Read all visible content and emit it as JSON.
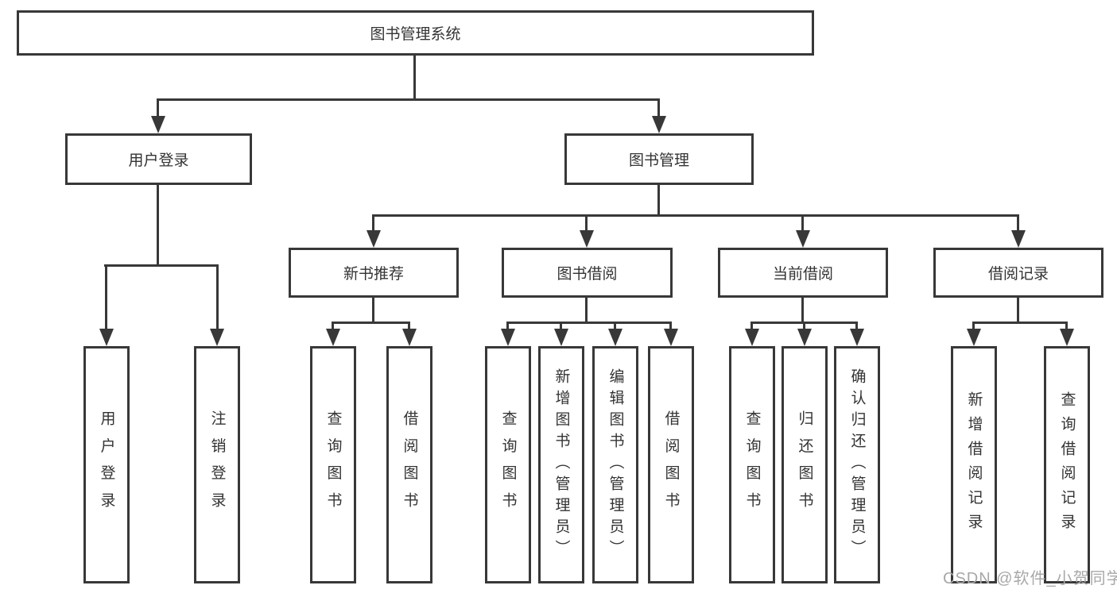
{
  "diagram": {
    "root": {
      "label": "图书管理系统"
    },
    "level1": [
      {
        "label": "用户登录"
      },
      {
        "label": "图书管理"
      }
    ],
    "level2": [
      {
        "label": "新书推荐"
      },
      {
        "label": "图书借阅"
      },
      {
        "label": "当前借阅"
      },
      {
        "label": "借阅记录"
      }
    ],
    "leaves": [
      {
        "label": "用户登录"
      },
      {
        "label": "注销登录"
      },
      {
        "label": "查询图书"
      },
      {
        "label": "借阅图书"
      },
      {
        "label": "查询图书"
      },
      {
        "label": "新增图书（管理员）"
      },
      {
        "label": "编辑图书（管理员）"
      },
      {
        "label": "借阅图书"
      },
      {
        "label": "查询图书"
      },
      {
        "label": "归还图书"
      },
      {
        "label": "确认归还（管理员）"
      },
      {
        "label": "新增借阅记录"
      },
      {
        "label": "查询借阅记录"
      }
    ]
  },
  "watermark": {
    "text": "CSDN @软件_小贺同学"
  },
  "colors": {
    "line": "#383838",
    "text": "#333333",
    "watermark": "#a8a8a8",
    "background": "#ffffff"
  }
}
